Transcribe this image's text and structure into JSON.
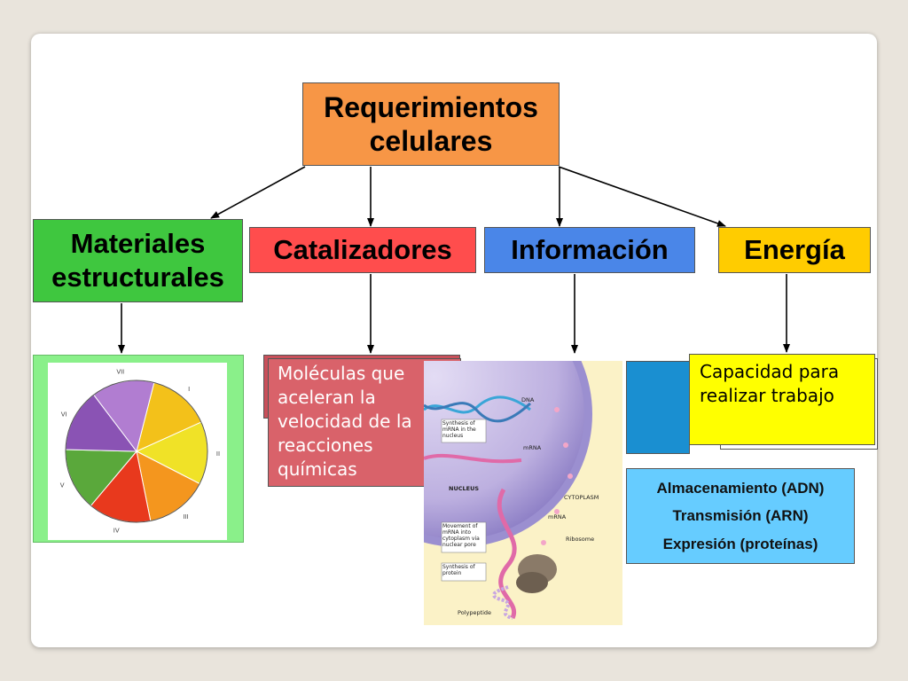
{
  "diagram": {
    "root": {
      "line1": "Requerimientos",
      "line2": "celulares"
    },
    "categories": {
      "materiales": {
        "line1": "Materiales",
        "line2": "estructurales"
      },
      "catalizadores": {
        "label": "Catalizadores"
      },
      "informacion": {
        "label": "Información"
      },
      "energia": {
        "label": "Energía"
      }
    },
    "descriptions": {
      "catalizadores": "Moléculas que aceleran la velocidad de la reacciones químicas",
      "energia": "Capacidad para realizar trabajo"
    },
    "informacion_list": [
      "Almacenamiento (ADN)",
      "Transmisión (ARN)",
      "Expresión (proteínas)"
    ]
  },
  "food_wheel": {
    "numerals": [
      "I",
      "II",
      "III",
      "IV",
      "V",
      "VI",
      "VII"
    ],
    "segment_colors": [
      "#f3c11a",
      "#f0e227",
      "#f4961e",
      "#e8391d",
      "#5aa83b",
      "#8a53b4",
      "#b17dd1"
    ]
  },
  "cell_figure": {
    "labels": {
      "dna": "DNA",
      "synthesis_mrna": "Synthesis of mRNA in the nucleus",
      "mrna_top": "mRNA",
      "nucleus": "NUCLEUS",
      "cytoplasm": "CYTOPLASM",
      "mrna_bottom": "mRNA",
      "movement": "Movement of mRNA into cytoplasm via nuclear pore",
      "ribosome": "Ribosome",
      "synthesis_protein": "Synthesis of protein",
      "polypeptide": "Polypeptide"
    }
  }
}
